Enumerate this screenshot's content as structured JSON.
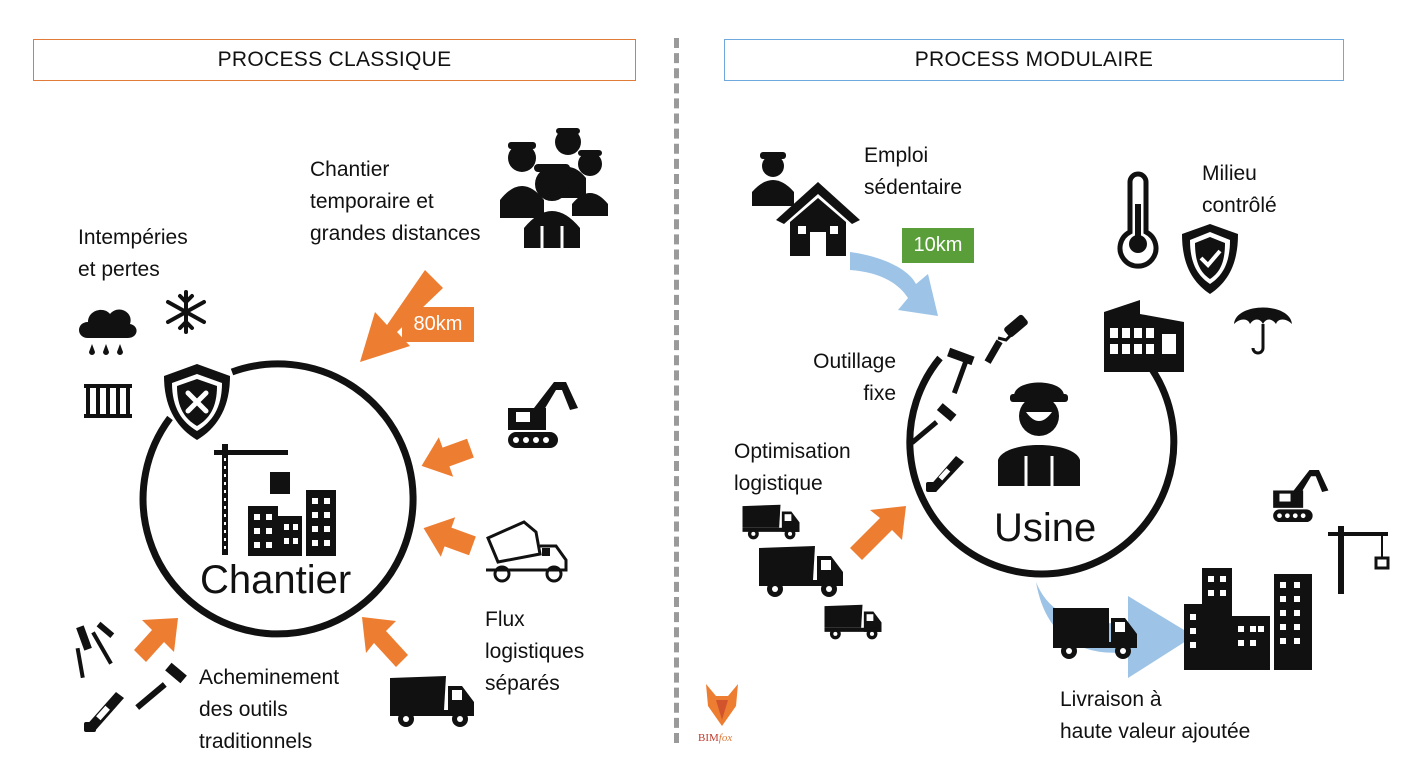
{
  "headers": {
    "left": "PROCESS CLASSIQUE",
    "right": "PROCESS MODULAIRE"
  },
  "left_panel": {
    "weather_label": "Intempéries\net pertes",
    "site_label": "Chantier\ntemporaire et\ngrandes distances",
    "distance_badge": "80km",
    "center_label": "Chantier",
    "flows_label": "Flux\nlogistiques\nséparés",
    "tools_label": "Acheminement\ndes outils\ntraditionnels"
  },
  "right_panel": {
    "job_label": "Emploi\nsédentaire",
    "distance_badge": "10km",
    "environment_label": "Milieu\ncontrôlé",
    "tools_label": "Outillage\nfixe",
    "logistics_label": "Optimisation\nlogistique",
    "center_label": "Usine",
    "delivery_label": "Livraison à\nhaute valeur ajoutée"
  },
  "logo": {
    "text_bim": "BIM",
    "text_fox": "fox"
  },
  "colors": {
    "classic_accent": "#e07b39",
    "modular_accent": "#6fa8dc",
    "arrow_orange": "#ed7d31",
    "arrow_blue": "#9dc3e6",
    "badge_green": "#5a9e3a"
  }
}
